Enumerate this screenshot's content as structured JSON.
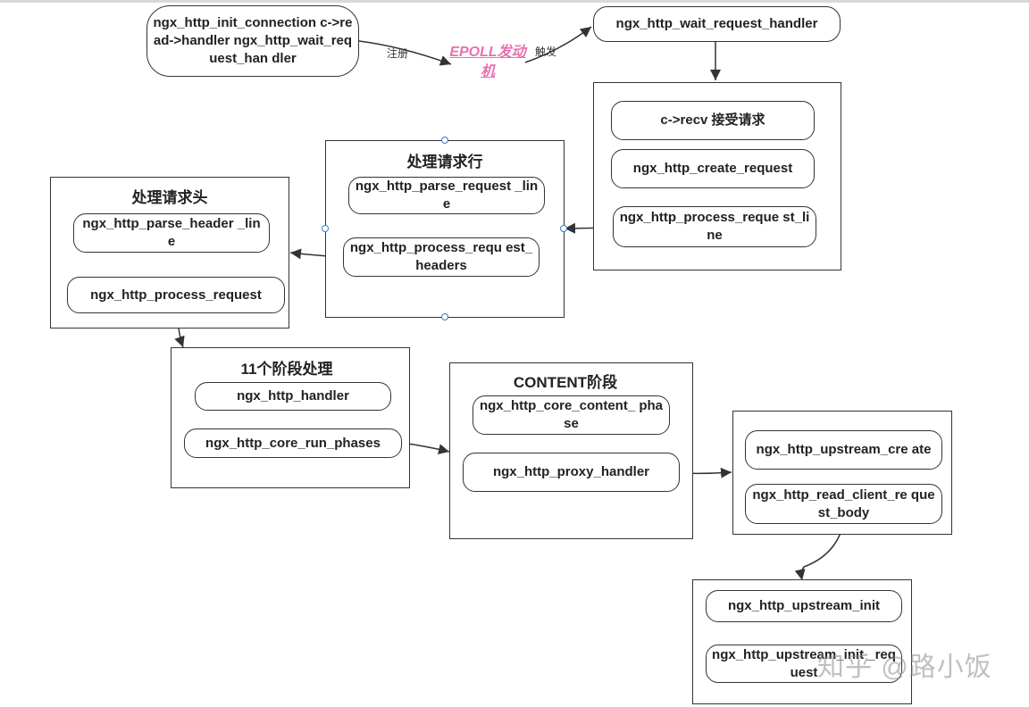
{
  "start_node": {
    "label": "ngx_http_init_connection c->read->handler ngx_http_wait_request_han dler"
  },
  "edge_register_label": "注册",
  "edge_trigger_label": "触发",
  "epoll_label": "EPOLL发动机",
  "wait_handler": {
    "label": "ngx_http_wait_request_handler"
  },
  "recv_group": {
    "items": [
      "c->recv 接受请求",
      "ngx_http_create_request",
      "ngx_http_process_reque st_line"
    ]
  },
  "request_line_group": {
    "title": "处理请求行",
    "items": [
      "ngx_http_parse_request _line",
      "ngx_http_process_requ est_headers"
    ]
  },
  "header_group": {
    "title": "处理请求头",
    "items": [
      "ngx_http_parse_header _line",
      "ngx_http_process_request"
    ]
  },
  "phases_group": {
    "title": "11个阶段处理",
    "items": [
      "ngx_http_handler",
      "ngx_http_core_run_phases"
    ]
  },
  "content_group": {
    "title": "CONTENT阶段",
    "items": [
      "ngx_http_core_content_ phase",
      "ngx_http_proxy_handler"
    ]
  },
  "upstream_group": {
    "items": [
      "ngx_http_upstream_cre ate",
      "ngx_http_read_client_re quest_body"
    ]
  },
  "upstream_init_group": {
    "items": [
      "ngx_http_upstream_init",
      "ngx_http_upstream_init _request"
    ]
  },
  "watermark": "知乎 @路小饭",
  "colors": {
    "accent_pink": "#e96fb2",
    "handle_blue": "#2b7fd0",
    "line": "#333333"
  }
}
